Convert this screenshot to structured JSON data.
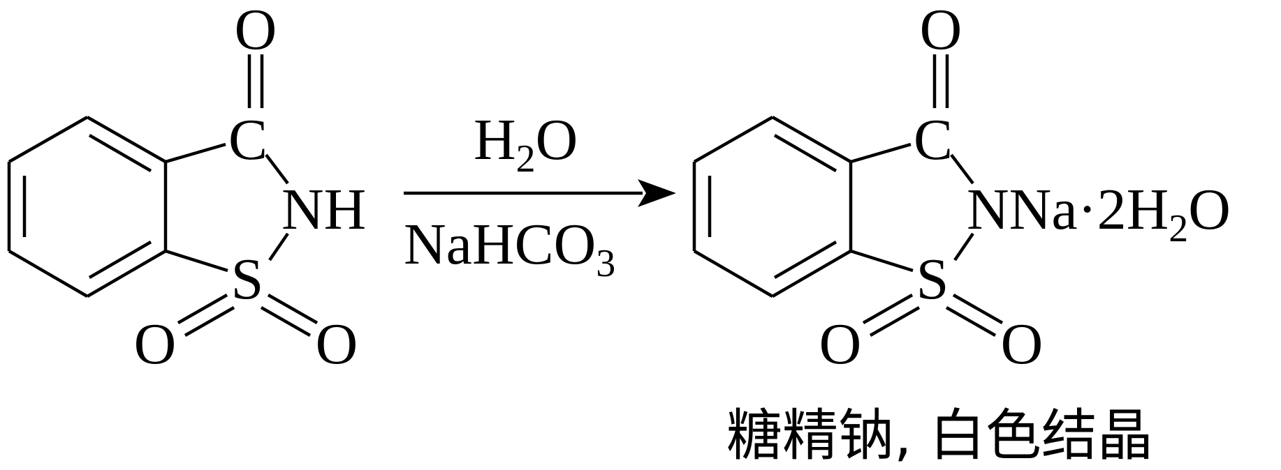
{
  "reactant": {
    "atoms": {
      "carbonyl_c": "C",
      "carbonyl_o": "O",
      "nh": "NH",
      "s": "S",
      "o_left": "O",
      "o_right": "O"
    }
  },
  "reagents": {
    "top": {
      "main": "H",
      "sub": "2",
      "tail": "O"
    },
    "bottom": {
      "main": "NaHCO",
      "sub": "3"
    }
  },
  "product": {
    "atoms": {
      "carbonyl_c": "C",
      "carbonyl_o": "O",
      "s": "S",
      "o_left": "O",
      "o_right": "O"
    },
    "formula": {
      "main": "NNa·2H",
      "sub": "2",
      "tail": "O"
    },
    "caption": "糖精钠, 白色结晶"
  }
}
